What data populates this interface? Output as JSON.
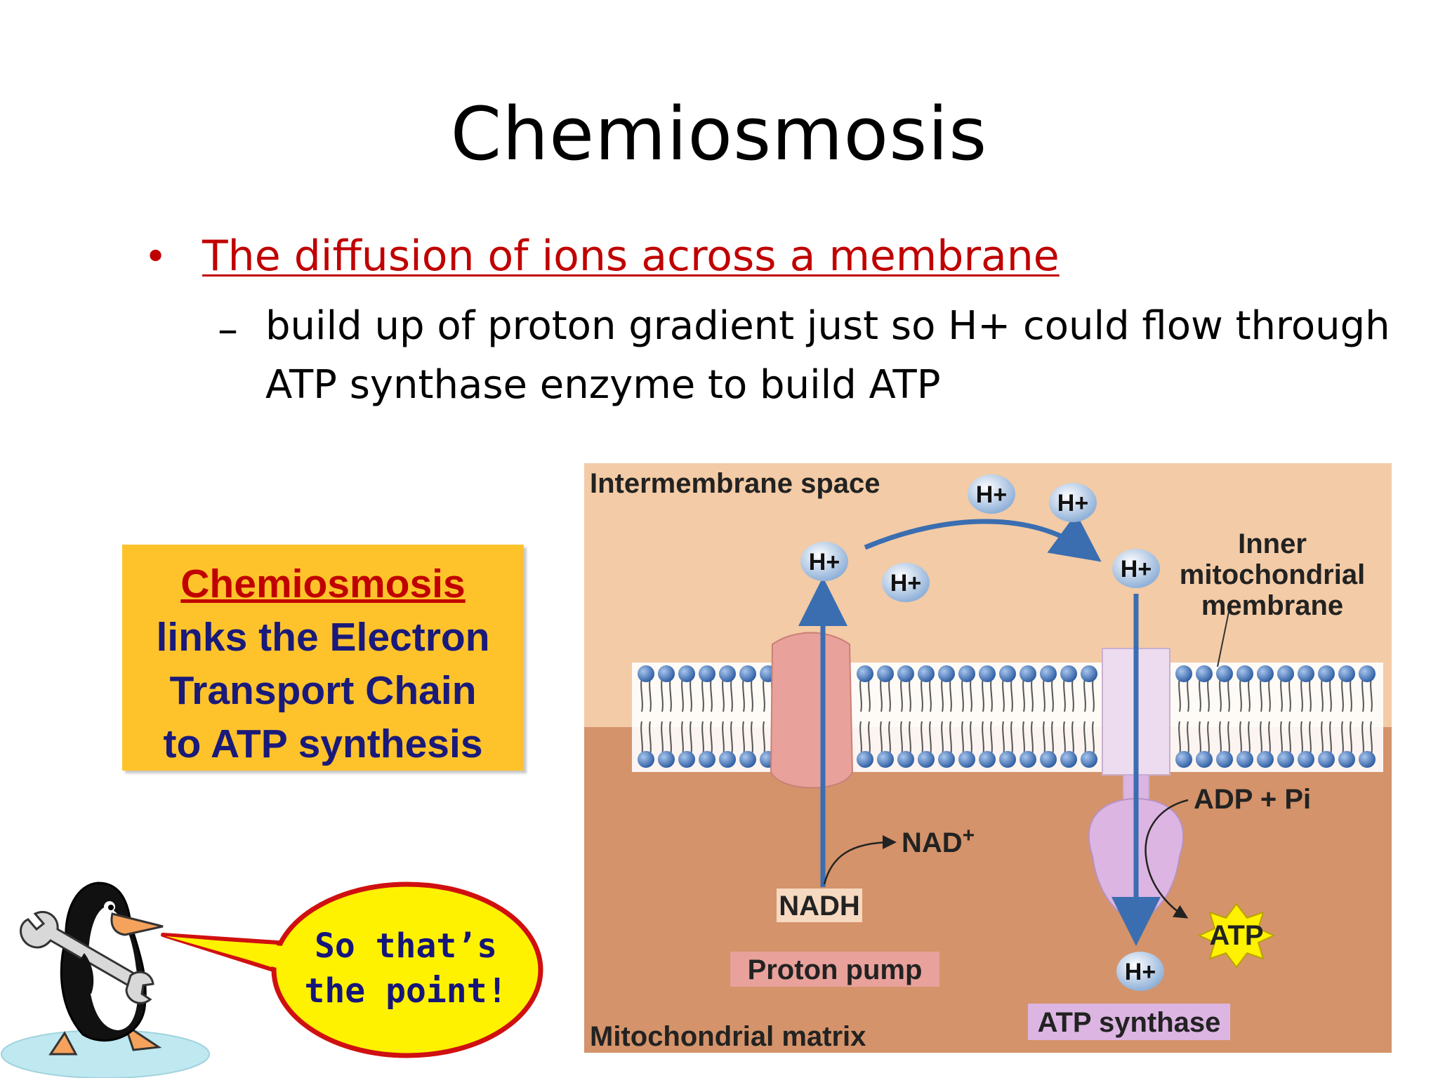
{
  "slide": {
    "title": "Chemiosmosis",
    "bullet": "The diffusion of ions across a membrane",
    "sub_bullet": "build up of proton gradient just so H+ could flow through ATP synthase enzyme to build ATP",
    "sub_bullet_dash": "–"
  },
  "callout": {
    "heading": "Chemiosmosis",
    "lines": [
      "links the Electron",
      "Transport Chain",
      "to ATP synthesis"
    ]
  },
  "cartoon": {
    "speech_lines": [
      "So that’s",
      "the point!"
    ]
  },
  "diagram": {
    "intermembrane_label": "Intermembrane space",
    "matrix_label": "Mitochondrial matrix",
    "membrane_label_lines": [
      "Inner",
      "mitochondrial",
      "membrane"
    ],
    "proton_label": "H+",
    "nad_label": "NAD",
    "nad_sup": "+",
    "nadh_label": "NADH",
    "adp_label": "ADP + Pi",
    "atp_label": "ATP",
    "proton_pump_label": "Proton pump",
    "atp_synthase_label": "ATP synthase",
    "colors": {
      "intermembrane": "#f3cba6",
      "matrix": "#d4936a",
      "proton_pump": "#e9a19b",
      "atp_synthase": "#dcb5e2",
      "proton": "#bcd1eb",
      "arrow": "#3a6eb0",
      "atp_star": "#fff200"
    }
  }
}
